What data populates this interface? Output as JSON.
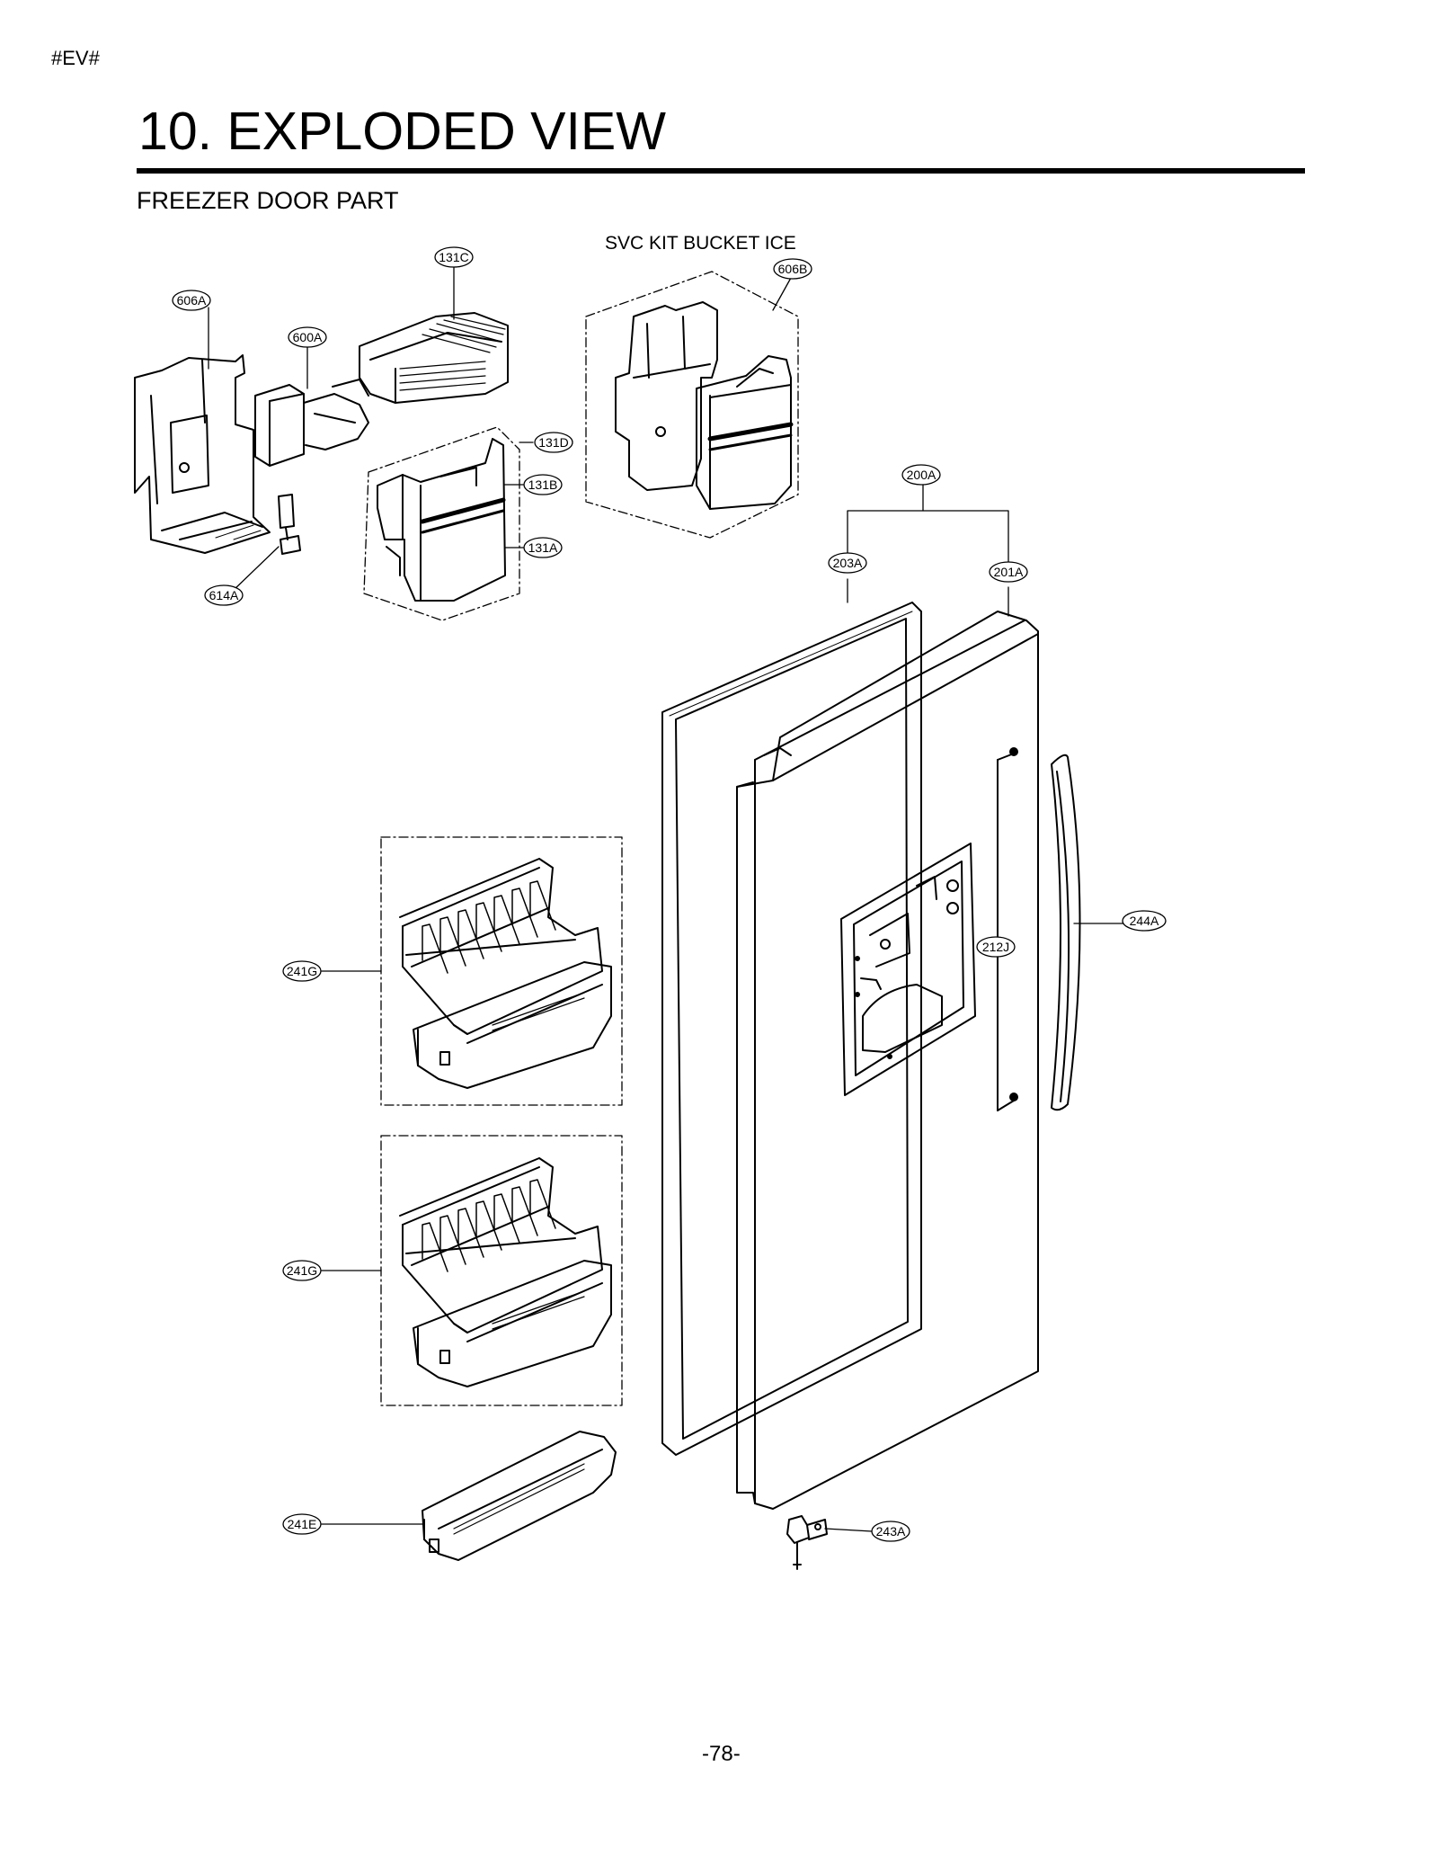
{
  "header": {
    "doc_tag": "#EV#",
    "title": "10. EXPLODED VIEW",
    "section": "FREEZER DOOR PART"
  },
  "diagram": {
    "kit_label": "SVC KIT BUCKET ICE",
    "callouts": [
      "131C",
      "606B",
      "606A",
      "600A",
      "131D",
      "131B",
      "131A",
      "614A",
      "200A",
      "203A",
      "201A",
      "244A",
      "212J",
      "241G",
      "241G",
      "241E",
      "243A"
    ]
  },
  "footer": {
    "page_number": "-78-"
  }
}
